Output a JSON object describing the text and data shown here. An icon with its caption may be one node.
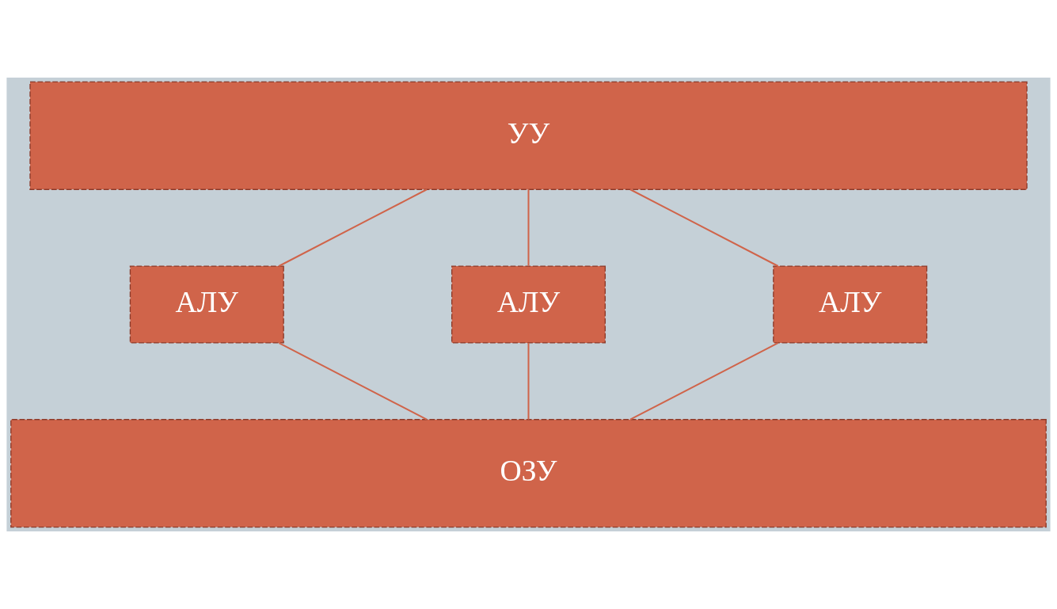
{
  "diagram": {
    "nodes": [
      {
        "text": [
          "УУ"
        ]
      },
      {
        "text": [
          "АЛУ"
        ]
      },
      {
        "text": [
          "АЛУ"
        ]
      },
      {
        "text": [
          "АЛУ"
        ]
      },
      {
        "text": [
          "ОЗУ"
        ]
      }
    ],
    "edges": [
      {
        "from": 0,
        "to": 1,
        "arrow": "none"
      },
      {
        "from": 0,
        "to": 2,
        "arrow": "none"
      },
      {
        "from": 0,
        "to": 3,
        "arrow": "none"
      },
      {
        "from": 1,
        "to": 4,
        "arrow": "none"
      },
      {
        "from": 2,
        "to": 4,
        "arrow": "none"
      },
      {
        "from": 3,
        "to": 4,
        "arrow": "none"
      }
    ]
  }
}
